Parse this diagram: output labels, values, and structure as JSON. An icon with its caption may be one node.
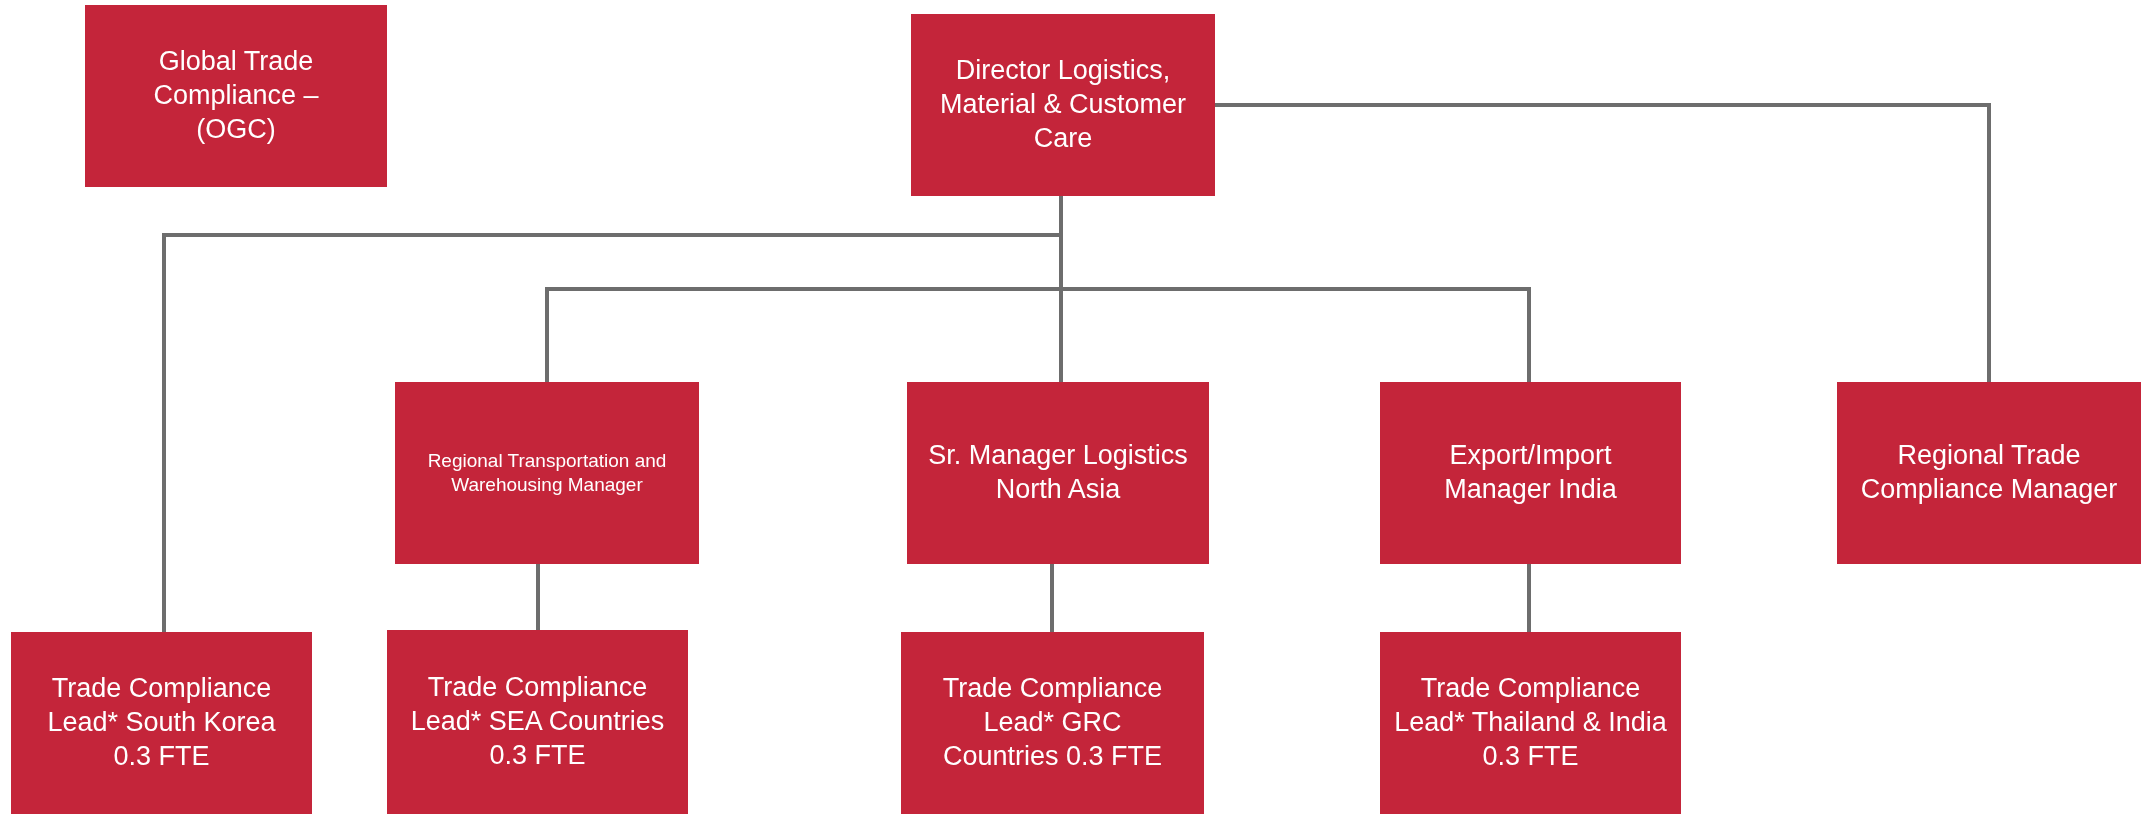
{
  "diagram": {
    "nodes": [
      {
        "text": [
          "Global Trade Compliance – (OGC)"
        ]
      },
      {
        "text": [
          "Director Logistics, Material & Customer Care"
        ]
      },
      {
        "text": [
          "Regional Transportation and Warehousing Manager"
        ]
      },
      {
        "text": [
          "Sr. Manager Logistics North Asia"
        ]
      },
      {
        "text": [
          "Export/Import Manager India"
        ]
      },
      {
        "text": [
          "Regional Trade Compliance Manager"
        ]
      },
      {
        "text": [
          "Trade Compliance Lead* South Korea 0.3 FTE"
        ]
      },
      {
        "text": [
          "Trade Compliance Lead* SEA Countries 0.3 FTE"
        ]
      },
      {
        "text": [
          "Trade Compliance Lead* GRC Countries 0.3 FTE"
        ]
      },
      {
        "text": [
          "Trade Compliance Lead* Thailand & India 0.3 FTE"
        ]
      }
    ],
    "edges": [
      {
        "from": 1,
        "to": 5,
        "arrow": "none"
      },
      {
        "from": 1,
        "to": 6,
        "arrow": "none"
      },
      {
        "from": 1,
        "to": 2,
        "arrow": "none"
      },
      {
        "from": 1,
        "to": 3,
        "arrow": "none"
      },
      {
        "from": 1,
        "to": 4,
        "arrow": "none"
      },
      {
        "from": 2,
        "to": 7,
        "arrow": "none"
      },
      {
        "from": 3,
        "to": 8,
        "arrow": "none"
      },
      {
        "from": 4,
        "to": 9,
        "arrow": "none"
      }
    ]
  }
}
